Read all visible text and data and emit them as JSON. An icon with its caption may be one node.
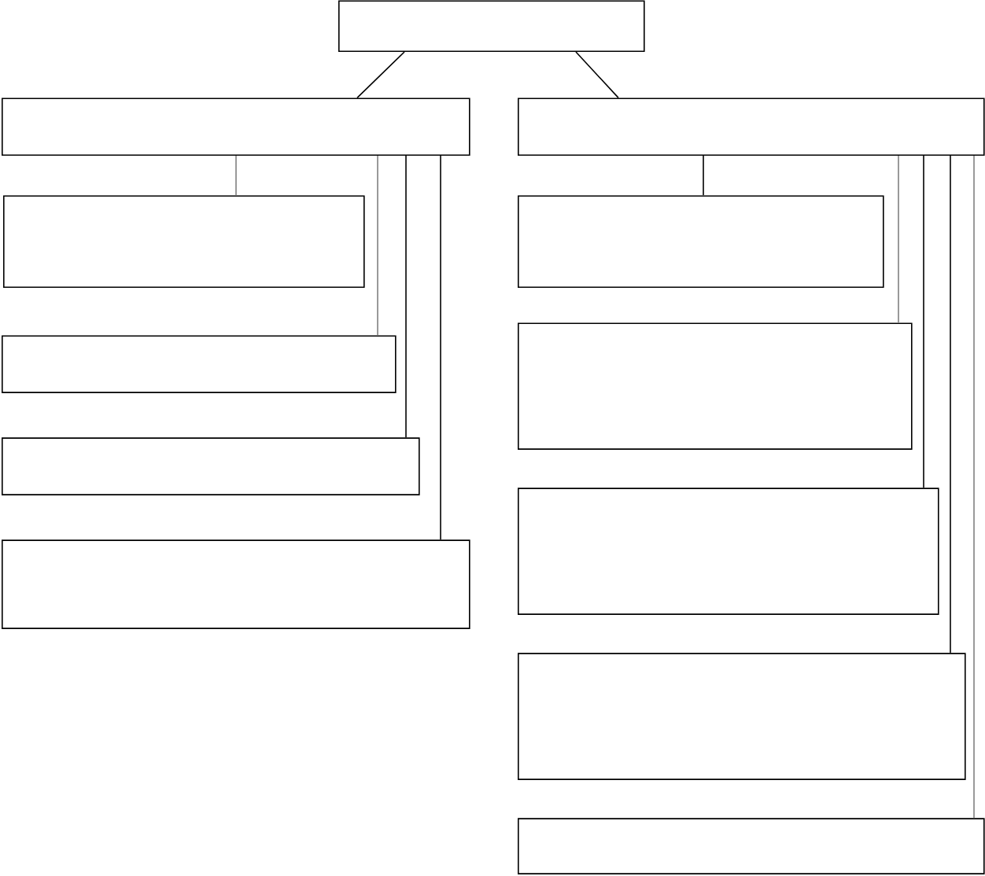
{
  "diagram": {
    "nodes": [
      {
        "text": [],
        "shape": "box"
      },
      {
        "text": [],
        "shape": "box"
      },
      {
        "text": [],
        "shape": "box"
      },
      {
        "text": [],
        "shape": "box"
      },
      {
        "text": [],
        "shape": "box"
      },
      {
        "text": [],
        "shape": "box"
      },
      {
        "text": [],
        "shape": "box"
      },
      {
        "text": [],
        "shape": "box"
      },
      {
        "text": [],
        "shape": "box"
      },
      {
        "text": [],
        "shape": "box"
      },
      {
        "text": [],
        "shape": "box"
      },
      {
        "text": [],
        "shape": "box"
      }
    ],
    "edges": [
      {
        "from": 0,
        "to": 1,
        "arrow": "none"
      },
      {
        "from": 0,
        "to": 2,
        "arrow": "none"
      },
      {
        "from": 1,
        "to": 3,
        "arrow": "none",
        "color": "#808080"
      },
      {
        "from": 1,
        "to": 4,
        "arrow": "none",
        "color": "#808080"
      },
      {
        "from": 1,
        "to": 5,
        "arrow": "none"
      },
      {
        "from": 1,
        "to": 6,
        "arrow": "none"
      },
      {
        "from": 2,
        "to": 7,
        "arrow": "none"
      },
      {
        "from": 2,
        "to": 8,
        "arrow": "none",
        "color": "#808080"
      },
      {
        "from": 2,
        "to": 9,
        "arrow": "none"
      },
      {
        "from": 2,
        "to": 10,
        "arrow": "none"
      },
      {
        "from": 2,
        "to": 11,
        "arrow": "none",
        "color": "#808080"
      }
    ]
  }
}
